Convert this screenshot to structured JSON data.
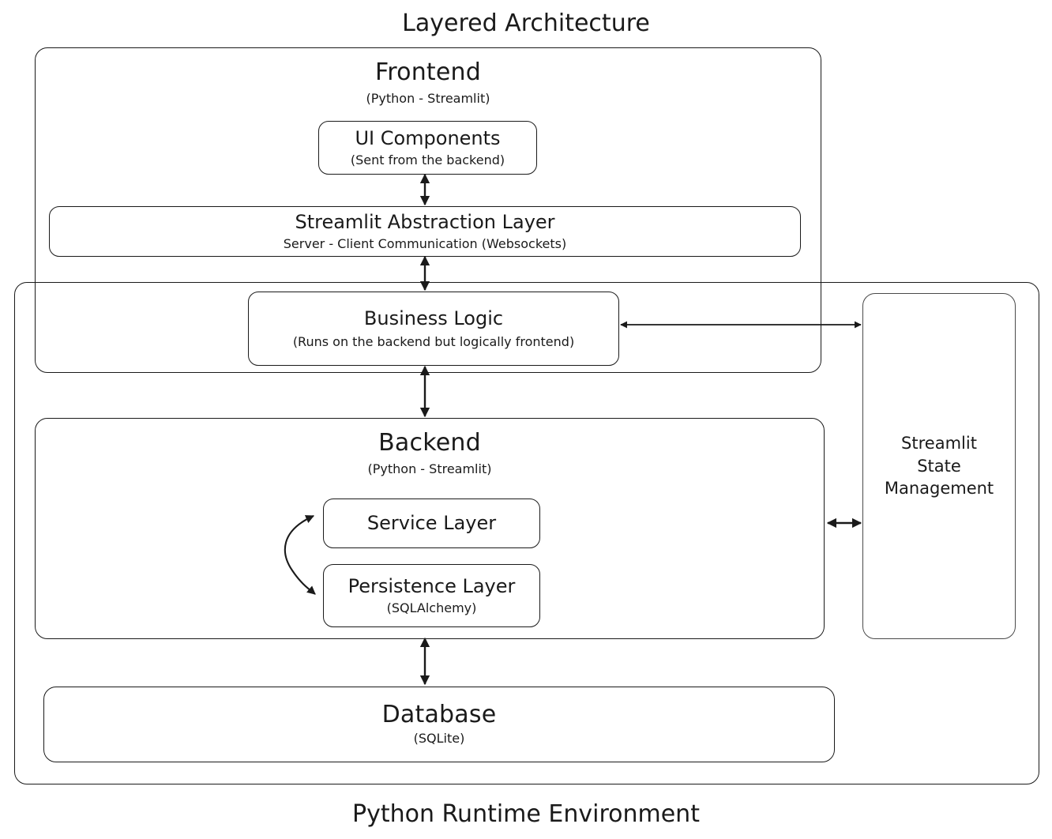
{
  "diagram": {
    "title": "Layered Architecture",
    "footer": "Python Runtime Environment"
  },
  "nodes": {
    "runtime_env": {
      "label": "Python Runtime Environment"
    },
    "frontend": {
      "title": "Frontend",
      "subtitle": "(Python - Streamlit)"
    },
    "ui_components": {
      "title": "UI Components",
      "subtitle": "(Sent from the backend)"
    },
    "abstraction_layer": {
      "title": "Streamlit Abstraction Layer",
      "subtitle": "Server - Client Communication (Websockets)"
    },
    "business_logic": {
      "title": "Business Logic",
      "subtitle": "(Runs on the backend but logically frontend)"
    },
    "backend": {
      "title": "Backend",
      "subtitle": "(Python - Streamlit)"
    },
    "service_layer": {
      "title": "Service Layer",
      "subtitle": ""
    },
    "persistence_layer": {
      "title": "Persistence Layer",
      "subtitle": "(SQLAlchemy)"
    },
    "database": {
      "title": "Database",
      "subtitle": "(SQLite)"
    },
    "state_management": {
      "line1": "Streamlit",
      "line2": "State",
      "line3": "Management"
    }
  },
  "connections": [
    {
      "name": "ui-components-to-abstraction-layer",
      "kind": "bidirectional-vertical"
    },
    {
      "name": "abstraction-layer-to-business-logic",
      "kind": "bidirectional-vertical"
    },
    {
      "name": "business-logic-to-backend",
      "kind": "bidirectional-vertical"
    },
    {
      "name": "business-logic-to-state-management",
      "kind": "bidirectional-horizontal"
    },
    {
      "name": "service-layer-to-persistence-layer",
      "kind": "bidirectional-curved"
    },
    {
      "name": "backend-to-state-management",
      "kind": "bidirectional-horizontal"
    },
    {
      "name": "backend-to-database",
      "kind": "bidirectional-vertical"
    }
  ],
  "style": {
    "stroke": "#1a1a1a",
    "background": "#ffffff",
    "text": "#1a1a1a"
  }
}
